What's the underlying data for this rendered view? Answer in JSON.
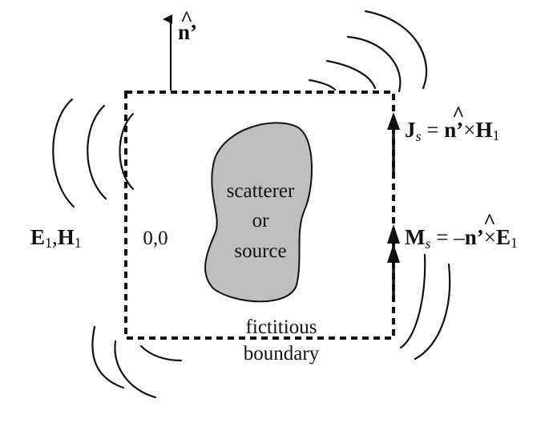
{
  "diagram": {
    "normal_label": {
      "hat": "^",
      "text": "n’"
    },
    "fields_label": {
      "e": "E",
      "e_sub": "1",
      "sep": ",",
      "h": "H",
      "h_sub": "1"
    },
    "origin_label": "0,0",
    "scatterer_label": {
      "line1": "scatterer",
      "line2": "or",
      "line3": "source"
    },
    "boundary_label": {
      "line1": "fictitious",
      "line2": "boundary"
    },
    "js_eq": {
      "lhs": "J",
      "sub": "s",
      "eq": " = ",
      "hat": "^",
      "n": "n’",
      "cross": "×",
      "rhs": "H",
      "rhs_sub": "1"
    },
    "ms_eq": {
      "lhs": "M",
      "sub": "s",
      "eq": " = –",
      "hat": "^",
      "n": "n’",
      "cross": "×",
      "rhs": "E",
      "rhs_sub": "1"
    }
  },
  "colors": {
    "ink": "#111111",
    "scatterer_fill": "#bfbfbf",
    "background": "#ffffff"
  }
}
